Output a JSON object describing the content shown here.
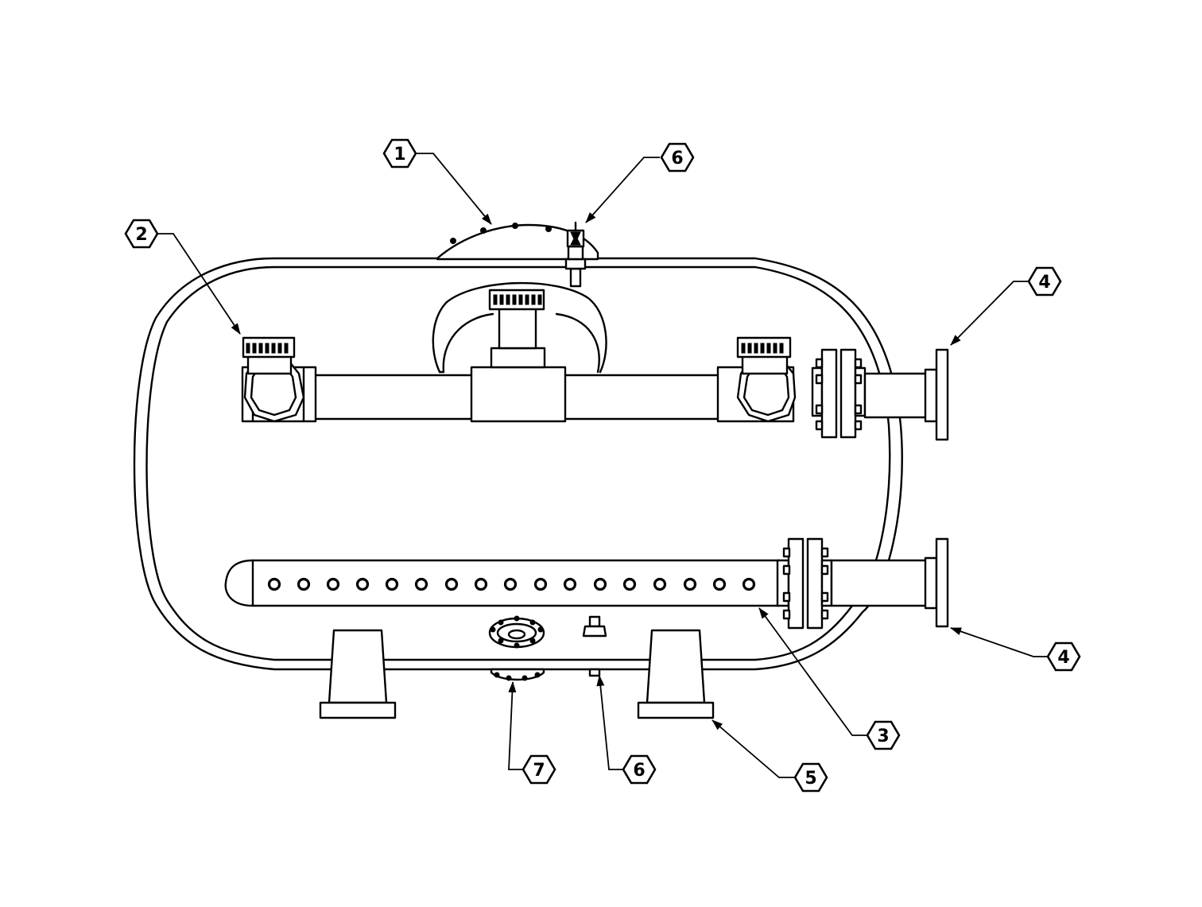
{
  "callouts": [
    {
      "label": "1"
    },
    {
      "label": "6"
    },
    {
      "label": "2"
    },
    {
      "label": "4"
    },
    {
      "label": "4"
    },
    {
      "label": "3"
    },
    {
      "label": "5"
    },
    {
      "label": "7"
    },
    {
      "label": "6"
    }
  ]
}
